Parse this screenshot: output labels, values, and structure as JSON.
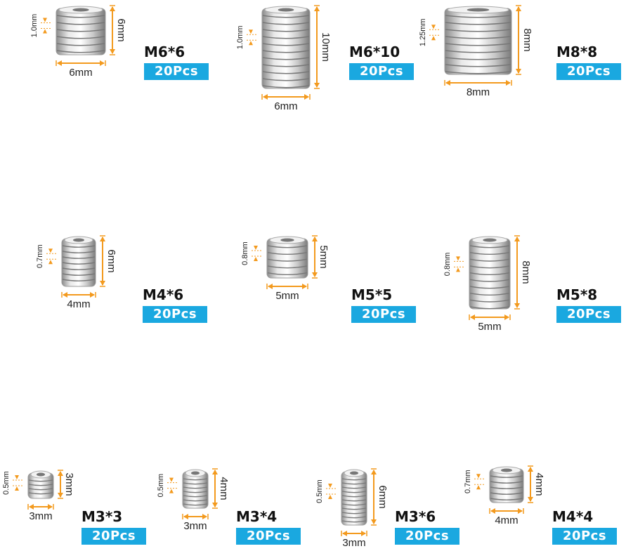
{
  "accent_color": "#f39a1e",
  "badge_color": "#1aa8e0",
  "items": [
    {
      "name": "M6*6",
      "qty": "20Pcs",
      "pitch": "1.0mm",
      "height": "6mm",
      "width": "6mm"
    },
    {
      "name": "M6*10",
      "qty": "20Pcs",
      "pitch": "1.0mm",
      "height": "10mm",
      "width": "6mm"
    },
    {
      "name": "M8*8",
      "qty": "20Pcs",
      "pitch": "1.25mm",
      "height": "8mm",
      "width": "8mm"
    },
    {
      "name": "M4*6",
      "qty": "20Pcs",
      "pitch": "0.7mm",
      "height": "6mm",
      "width": "4mm"
    },
    {
      "name": "M5*5",
      "qty": "20Pcs",
      "pitch": "0.8mm",
      "height": "5mm",
      "width": "5mm"
    },
    {
      "name": "M5*8",
      "qty": "20Pcs",
      "pitch": "0.8mm",
      "height": "8mm",
      "width": "5mm"
    },
    {
      "name": "M3*3",
      "qty": "20Pcs",
      "pitch": "0.5mm",
      "height": "3mm",
      "width": "3mm"
    },
    {
      "name": "M3*4",
      "qty": "20Pcs",
      "pitch": "0.5mm",
      "height": "4mm",
      "width": "3mm"
    },
    {
      "name": "M3*6",
      "qty": "20Pcs",
      "pitch": "0.5mm",
      "height": "6mm",
      "width": "3mm"
    },
    {
      "name": "M4*4",
      "qty": "20Pcs",
      "pitch": "0.7mm",
      "height": "4mm",
      "width": "4mm"
    }
  ]
}
